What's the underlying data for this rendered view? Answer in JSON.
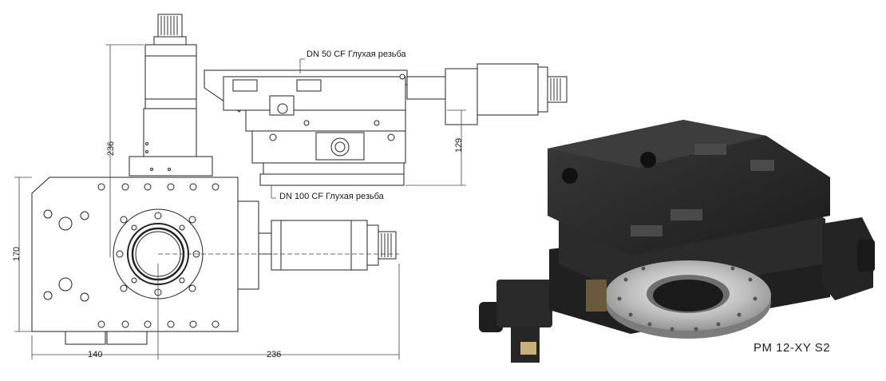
{
  "drawing": {
    "callout_top": "DN 50 CF Глухая резьба",
    "callout_bottom": "DN 100 CF Глухая резьба",
    "dims": {
      "height_left": "236",
      "height_right": "129",
      "width_left": "170",
      "bottom_left": "140",
      "bottom_right": "236"
    }
  },
  "photo": {
    "model_label": "PM 12-XY S2"
  }
}
